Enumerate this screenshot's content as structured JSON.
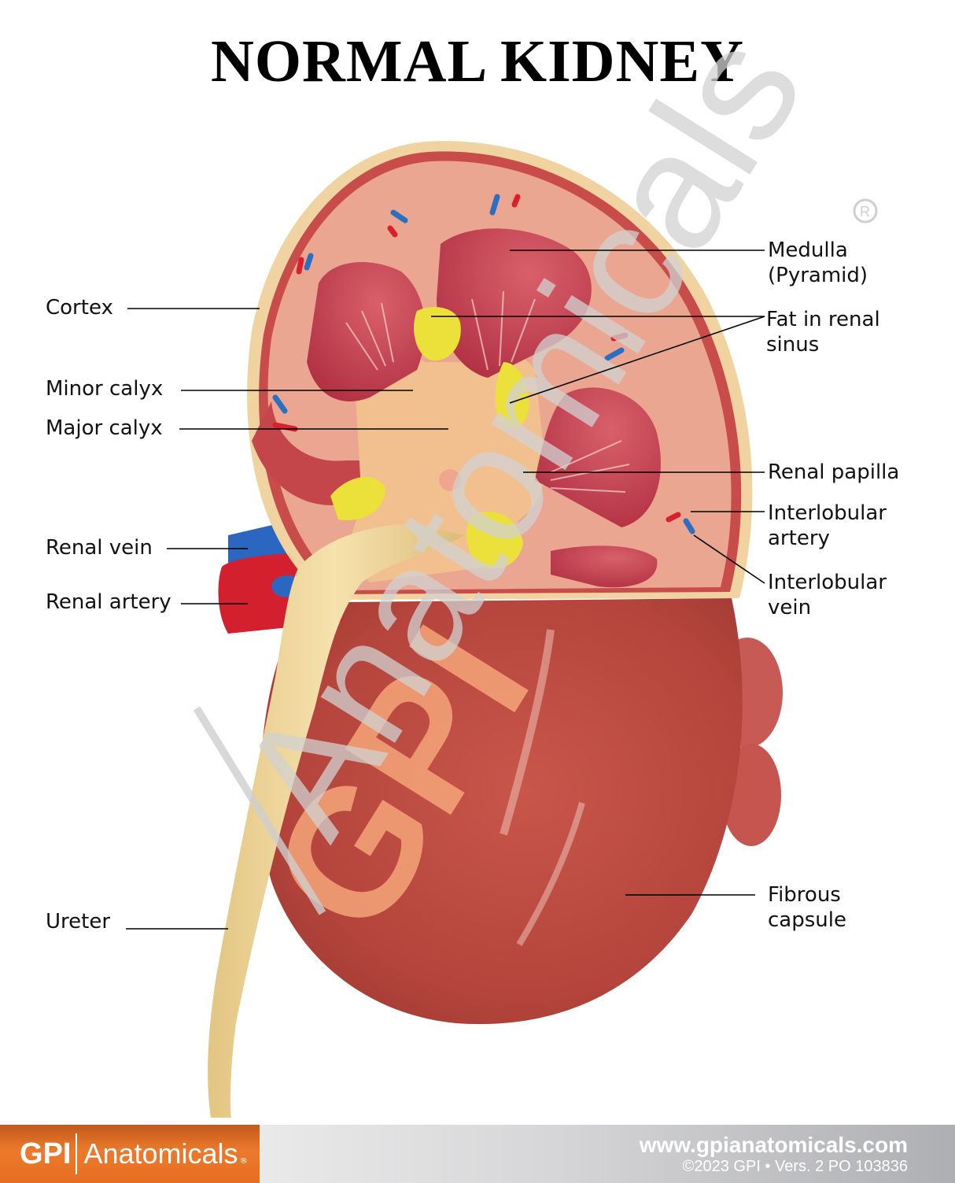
{
  "title": "NORMAL KIDNEY",
  "labels": {
    "cortex": "Cortex",
    "minor_calyx": "Minor calyx",
    "major_calyx": "Major calyx",
    "renal_vein": "Renal vein",
    "renal_artery": "Renal artery",
    "ureter": "Ureter",
    "medulla": "Medulla",
    "medulla_sub": "(Pyramid)",
    "fat_line1": "Fat in renal",
    "fat_line2": "sinus",
    "renal_papilla": "Renal papilla",
    "interlobular_artery_1": "Interlobular",
    "interlobular_artery_2": "artery",
    "interlobular_vein_1": "Interlobular",
    "interlobular_vein_2": "vein",
    "fibrous_1": "Fibrous",
    "fibrous_2": "capsule"
  },
  "watermark": {
    "gpi": "GPI",
    "anatomicals": "Anatomicals",
    "registered": "®",
    "gpi_color": "#f5a578",
    "text_color": "#d0d0d0"
  },
  "footer": {
    "brand_gpi": "GPI",
    "brand_name": "Anatomicals",
    "brand_registered": "®",
    "url": "www.gpianatomicals.com",
    "copyright": "©2023 GPI • Vers. 2 PO 103836",
    "brand_color": "#e87325"
  },
  "colors": {
    "cortex": "#e9a08c",
    "capsule": "#b84a3f",
    "medulla": "#c8414f",
    "fat": "#ece23c",
    "sinus": "#f1bf8e",
    "ureter": "#f3dca0",
    "vein": "#2b6fc4",
    "artery": "#d9202f"
  }
}
